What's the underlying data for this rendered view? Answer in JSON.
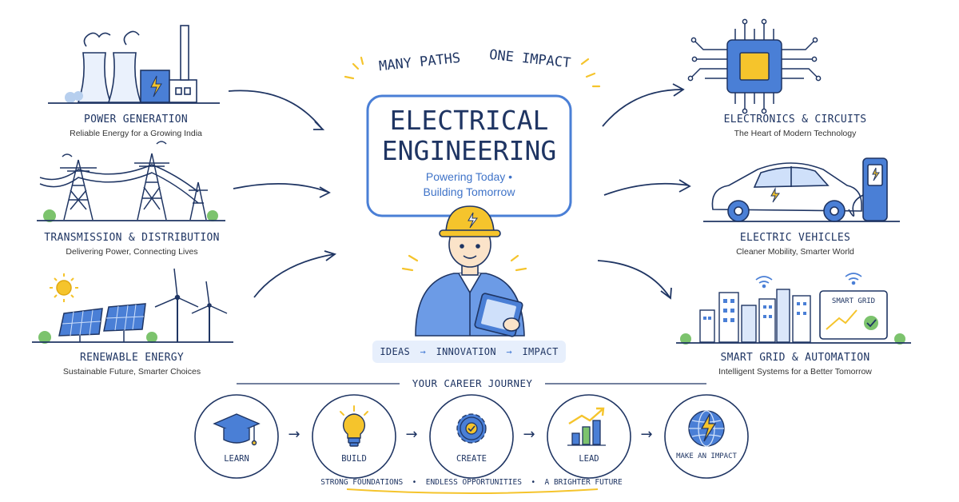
{
  "headline": {
    "left": "MANY PATHS",
    "right": "ONE IMPACT"
  },
  "center": {
    "title_line1": "ELECTRICAL",
    "title_line2": "ENGINEERING",
    "sub_line1": "Powering Today •",
    "sub_line2": "Building Tomorrow"
  },
  "flow": {
    "ideas": "IDEAS",
    "innovation": "INNOVATION",
    "impact": "IMPACT",
    "arrow": "→"
  },
  "left_paths": [
    {
      "title": "POWER GENERATION",
      "subtitle": "Reliable Energy for a Growing India",
      "icon": "power-plant-icon"
    },
    {
      "title": "TRANSMISSION & DISTRIBUTION",
      "subtitle": "Delivering Power, Connecting Lives",
      "icon": "transmission-tower-icon"
    },
    {
      "title": "RENEWABLE ENERGY",
      "subtitle": "Sustainable Future, Smarter Choices",
      "icon": "solar-wind-icon"
    }
  ],
  "right_paths": [
    {
      "title": "ELECTRONICS & CIRCUITS",
      "subtitle": "The Heart of Modern Technology",
      "icon": "microchip-icon"
    },
    {
      "title": "ELECTRIC VEHICLES",
      "subtitle": "Cleaner Mobility, Smarter World",
      "icon": "electric-car-icon"
    },
    {
      "title": "SMART GRID & AUTOMATION",
      "subtitle": "Intelligent Systems for a Better Tomorrow",
      "icon": "smart-city-icon",
      "screen_label": "SMART GRID"
    }
  ],
  "journey": {
    "title": "YOUR CAREER JOURNEY",
    "steps": [
      {
        "label": "LEARN",
        "icon": "graduation-cap-icon"
      },
      {
        "label": "BUILD",
        "icon": "lightbulb-icon"
      },
      {
        "label": "CREATE",
        "icon": "gear-icon"
      },
      {
        "label": "LEAD",
        "icon": "growth-chart-icon"
      },
      {
        "label": "MAKE AN IMPACT",
        "icon": "globe-bolt-icon"
      }
    ],
    "arrow": "→",
    "footer": "STRONG FOUNDATIONS  •  ENDLESS OPPORTUNITIES  •  A BRIGHTER FUTURE"
  },
  "colors": {
    "navy": "#1f3563",
    "blue": "#4a7fd6",
    "light_blue": "#cfe0fa",
    "yellow": "#f5c42c",
    "green": "#7cc36d"
  }
}
